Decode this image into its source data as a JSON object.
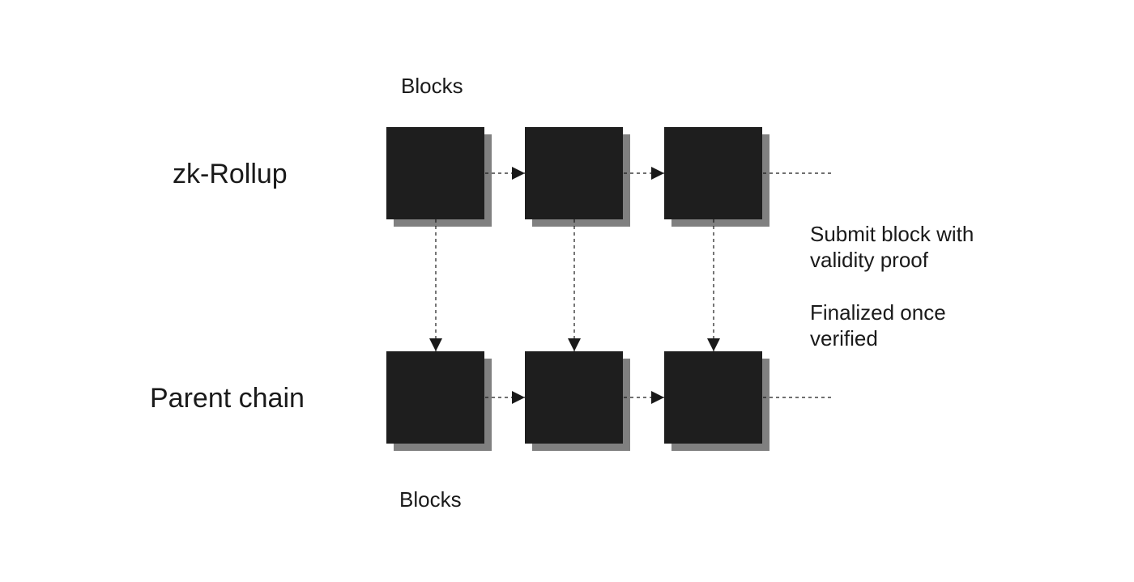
{
  "rows": {
    "top_title": "zk-Rollup",
    "bottom_title": "Parent chain"
  },
  "block_labels": {
    "top": "Blocks",
    "bottom": "Blocks"
  },
  "notes": {
    "submit": [
      "Submit block with",
      "validity proof"
    ],
    "finalized": [
      "Finalized once",
      "verified"
    ]
  },
  "colors": {
    "block_fill": "#1e1e1e",
    "block_shadow": "#808080",
    "line": "#1a1a1a",
    "background": "#ffffff"
  }
}
